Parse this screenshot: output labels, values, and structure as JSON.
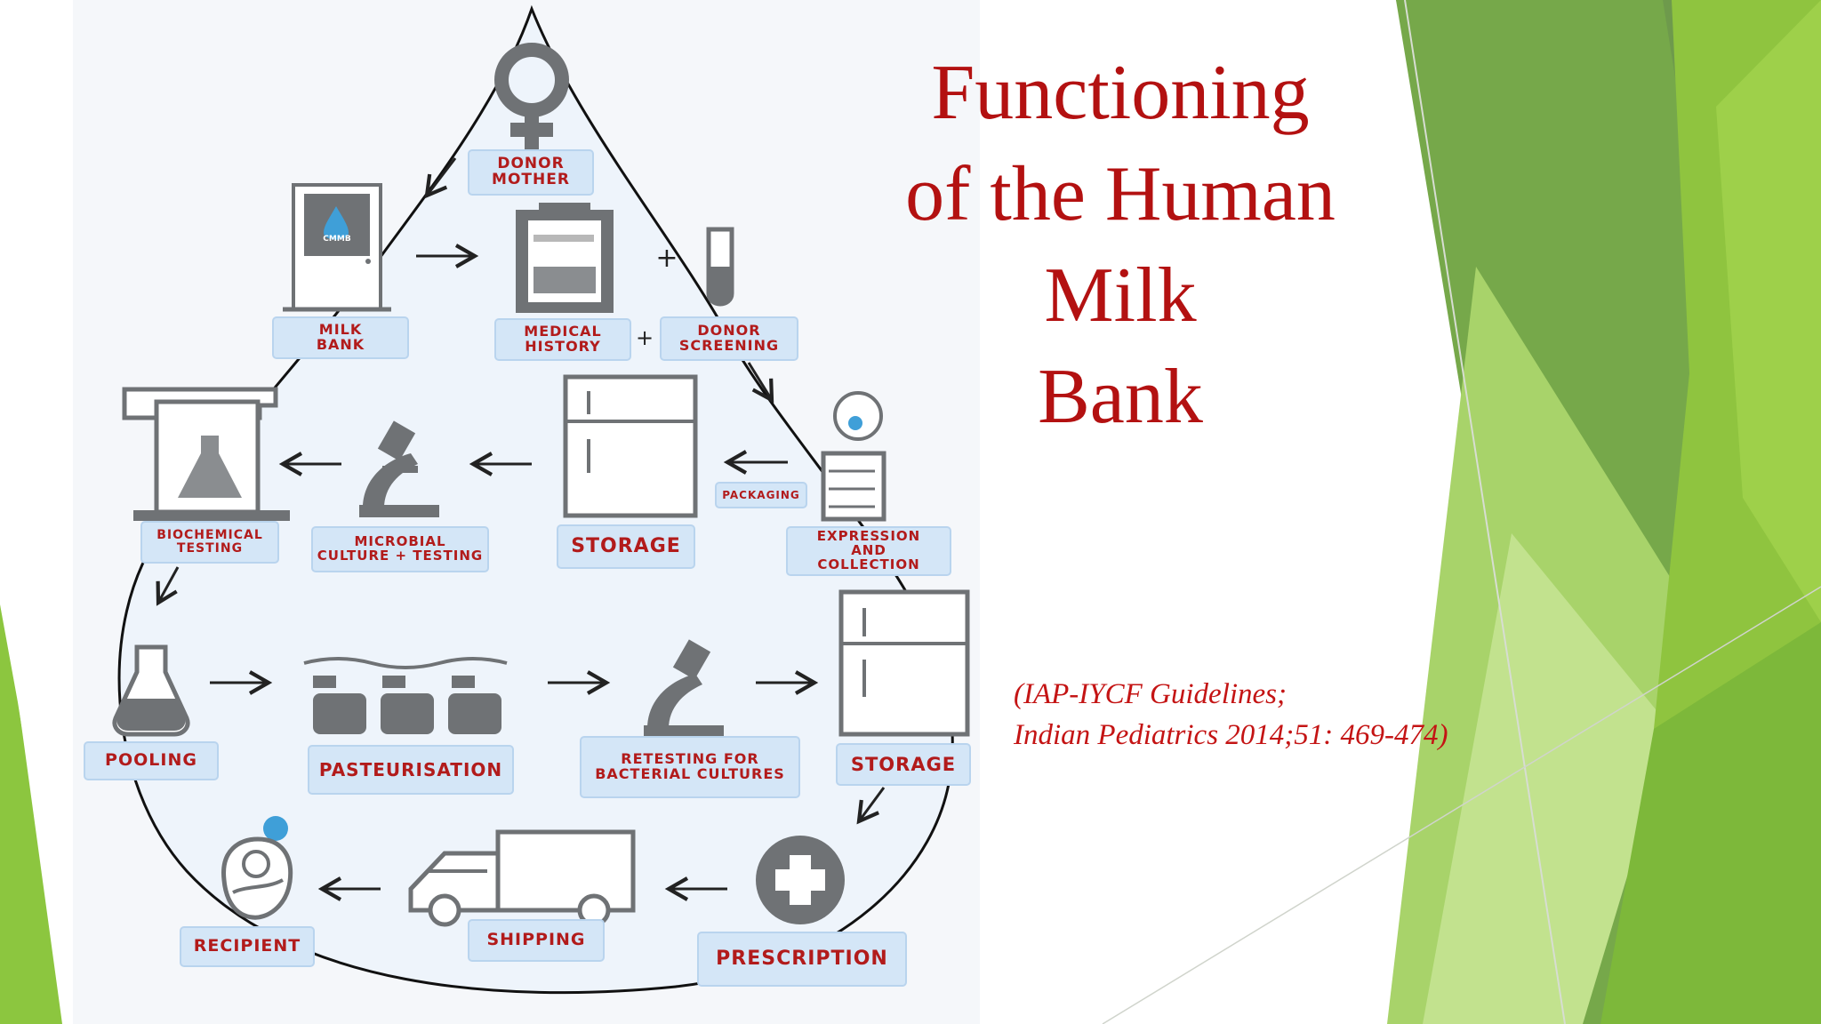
{
  "slide": {
    "title_lines": [
      "Functioning",
      "of the Human",
      "Milk",
      "Bank"
    ],
    "citation_lines": [
      "(IAP-IYCF Guidelines;",
      "Indian Pediatrics 2014;51: 469-474)"
    ],
    "colors": {
      "title": "#b31111",
      "citation": "#c41414",
      "accent_green": "#8cc63f",
      "label_fill": "#d4e6f7",
      "label_text": "#b21b1b",
      "icon_gray": "#6f7275"
    }
  },
  "diagram": {
    "door_sign": "CMMB",
    "plus_sign": "+",
    "steps": {
      "donor_mother": [
        "DONOR",
        "MOTHER"
      ],
      "milk_bank": [
        "MILK",
        "BANK"
      ],
      "medical_history": [
        "MEDICAL",
        "HISTORY"
      ],
      "donor_screening": [
        "DONOR",
        "SCREENING"
      ],
      "packaging": [
        "PACKAGING"
      ],
      "expression": [
        "EXPRESSION",
        "AND",
        "COLLECTION"
      ],
      "storage_1": [
        "STORAGE"
      ],
      "microbial": [
        "MICROBIAL",
        "CULTURE + TESTING"
      ],
      "biochemical": [
        "BIOCHEMICAL",
        "TESTING"
      ],
      "pooling": [
        "POOLING"
      ],
      "pasteurisation": [
        "PASTEURISATION"
      ],
      "retesting": [
        "RETESTING FOR",
        "BACTERIAL CULTURES"
      ],
      "storage_2": [
        "STORAGE"
      ],
      "prescription": [
        "PRESCRIPTION"
      ],
      "shipping": [
        "SHIPPING"
      ],
      "recipient": [
        "RECIPIENT"
      ]
    }
  }
}
